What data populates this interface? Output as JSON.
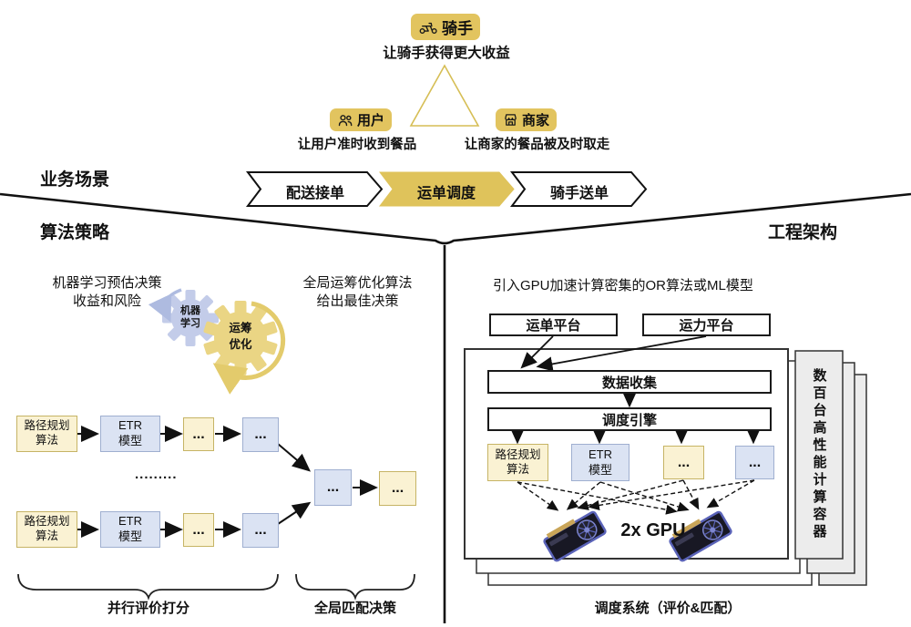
{
  "business": {
    "section_title": "业务场景",
    "rider": {
      "label": "骑手",
      "desc": "让骑手获得更大收益"
    },
    "user": {
      "label": "用户",
      "desc": "让用户准时收到餐品"
    },
    "merchant": {
      "label": "商家",
      "desc": "让商家的餐品被及时取走"
    },
    "steps": [
      {
        "label": "配送接单",
        "active": false
      },
      {
        "label": "运单调度",
        "active": true
      },
      {
        "label": "骑手送单",
        "active": false
      }
    ]
  },
  "algorithm": {
    "section_title": "算法策略",
    "ml_desc_line1": "机器学习预估决策",
    "ml_desc_line2": "收益和风险",
    "or_desc_line1": "全局运筹优化算法",
    "or_desc_line2": "给出最佳决策",
    "gear_ml_line1": "机器",
    "gear_ml_line2": "学习",
    "gear_or_line1": "运筹",
    "gear_or_line2": "优化",
    "route_box_line1": "路径规划",
    "route_box_line2": "算法",
    "etr_box_line1": "ETR",
    "etr_box_line2": "模型",
    "dots": "...",
    "row_separator": ".........",
    "brace_parallel": "并行评价打分",
    "brace_global": "全局匹配决策"
  },
  "engineering": {
    "section_title": "工程架构",
    "note": "引入GPU加速计算密集的OR算法或ML模型",
    "platform_waybill": "运单平台",
    "platform_capacity": "运力平台",
    "data_collection": "数据收集",
    "dispatch_engine": "调度引擎",
    "route_box_line1": "路径规划",
    "route_box_line2": "算法",
    "etr_box_line1": "ETR",
    "etr_box_line2": "模型",
    "dots": "...",
    "gpu_label": "2x GPU",
    "container_label": "数百台高性能计算容器",
    "system_label": "调度系统（评价&匹配）"
  },
  "colors": {
    "gold": "#E2C45F",
    "yellow_fill": "#FAF2D3",
    "yellow_border": "#C6B465",
    "blue_fill": "#DBE3F3",
    "blue_border": "#9FAFD0"
  }
}
